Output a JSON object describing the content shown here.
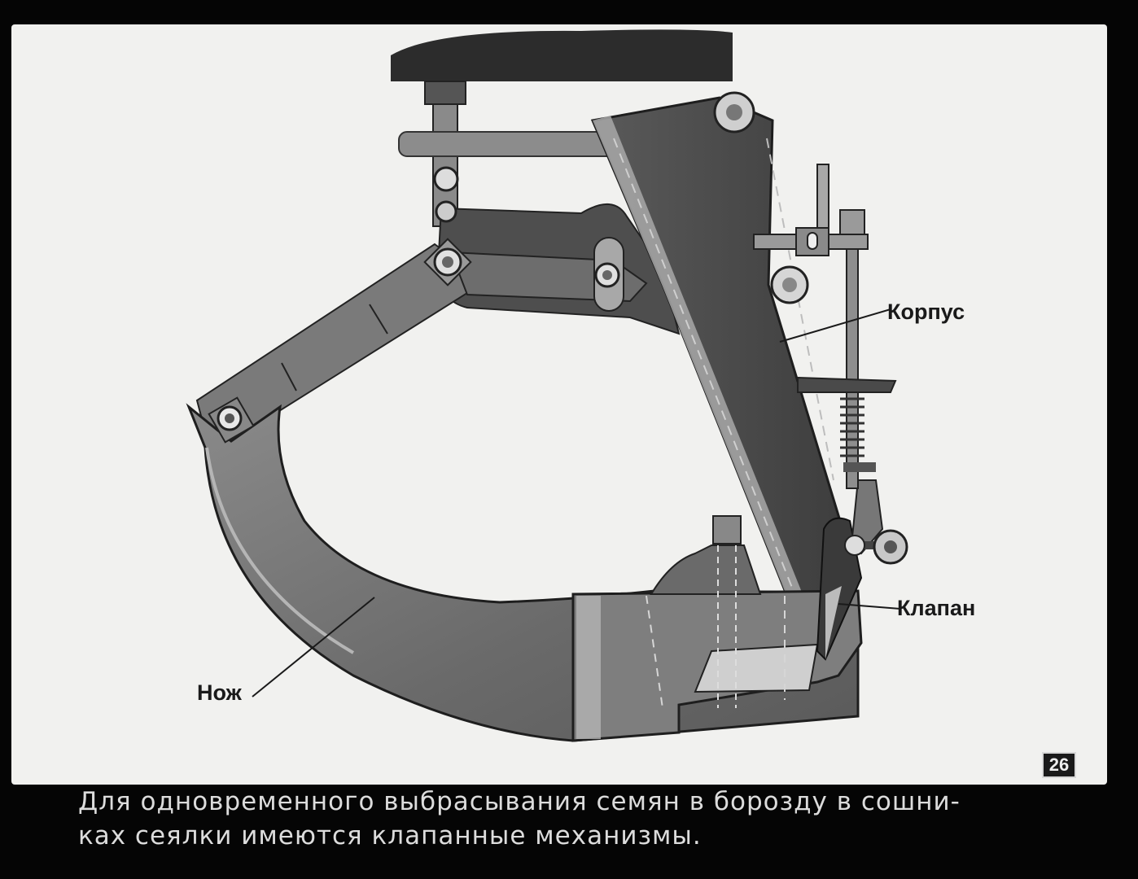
{
  "labels": {
    "korpus": "Корпус",
    "klapan": "Клапан",
    "nozh": "Нож"
  },
  "page_number": "26",
  "caption": {
    "line1": "Для одновременного выбрасывания семян в борозду в сошни-",
    "line2": "ках сеялки имеются клапанные механизмы."
  },
  "colors": {
    "background": "#f1f1ef",
    "frame": "#050505",
    "metal_dark": "#4a4a4a",
    "metal_mid": "#6e6e6e",
    "metal_light": "#9a9a9a"
  }
}
